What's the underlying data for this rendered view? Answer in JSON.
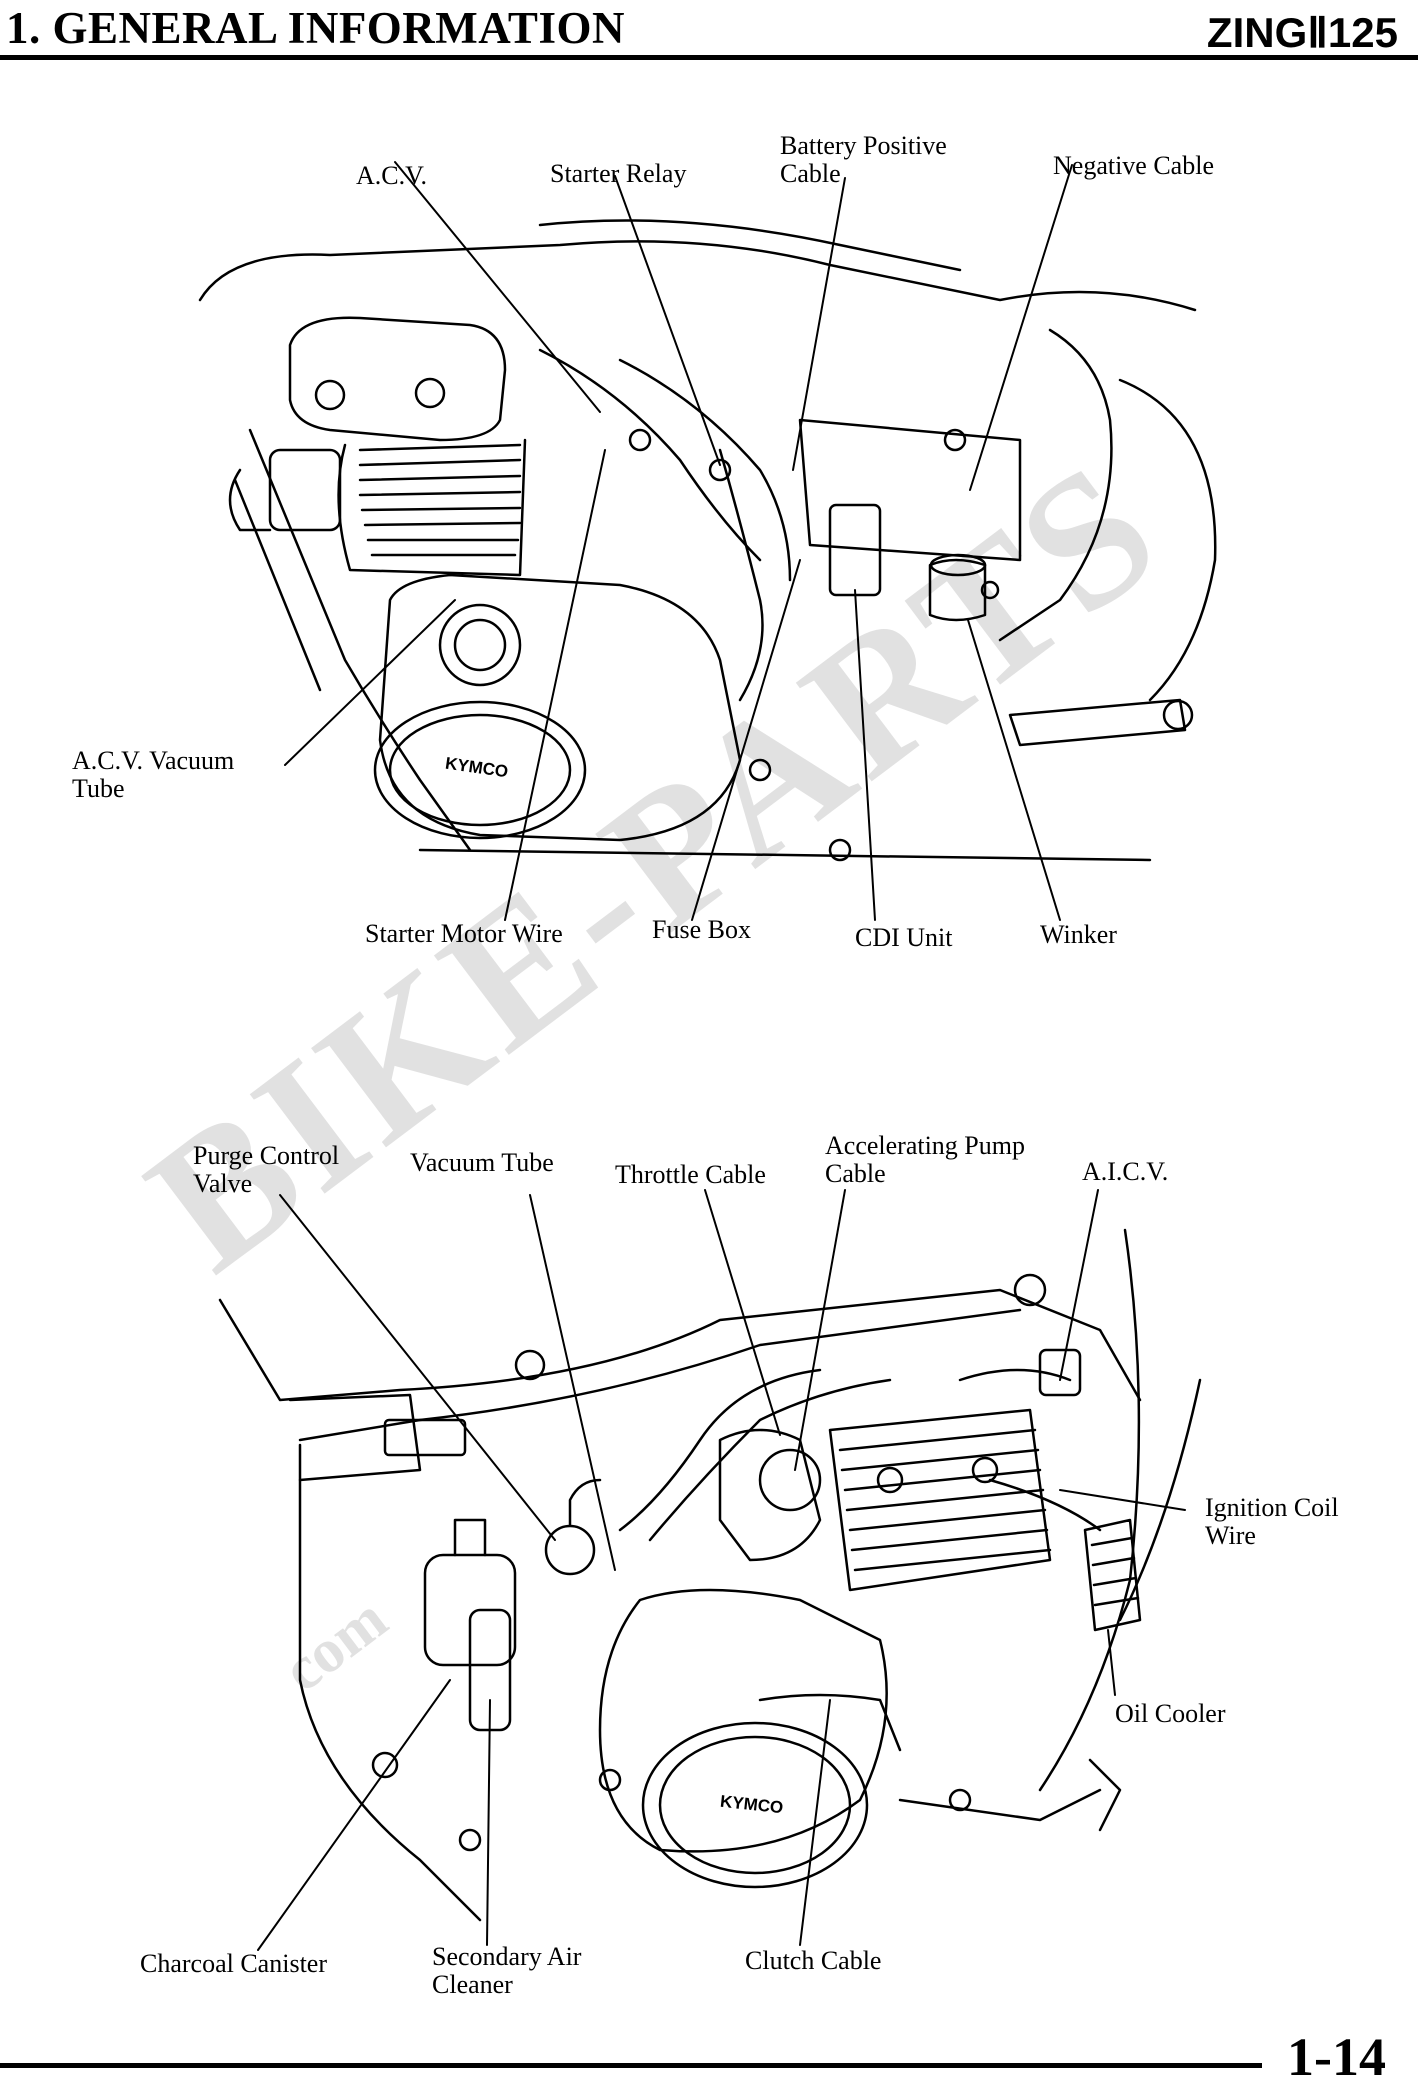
{
  "header": {
    "section_title": "1. GENERAL INFORMATION",
    "model": "ZINGⅡ125"
  },
  "footer": {
    "page_number": "1-14"
  },
  "watermark": {
    "main": "BIKE-PARTS",
    "sub": "com"
  },
  "figure_top": {
    "labels": {
      "acv": "A.C.V.",
      "starter_relay": "Starter Relay",
      "battery_positive_cable": "Battery Positive\nCable",
      "negative_cable": "Negative Cable",
      "acv_vacuum_tube": "A.C.V. Vacuum\nTube",
      "starter_motor_wire": "Starter Motor Wire",
      "fuse_box": "Fuse Box",
      "cdi_unit": "CDI Unit",
      "winker": "Winker"
    },
    "engine_logo": "KYMCO"
  },
  "figure_bottom": {
    "labels": {
      "purge_control_valve": "Purge Control\nValve",
      "vacuum_tube": "Vacuum Tube",
      "throttle_cable": "Throttle Cable",
      "accelerating_pump_cable": "Accelerating Pump\nCable",
      "aicv": "A.I.C.V.",
      "ignition_coil_wire": "Ignition Coil\nWire",
      "oil_cooler": "Oil Cooler",
      "charcoal_canister": "Charcoal Canister",
      "secondary_air_cleaner": "Secondary Air\nCleaner",
      "clutch_cable": "Clutch Cable"
    },
    "engine_logo": "KYMCO"
  }
}
